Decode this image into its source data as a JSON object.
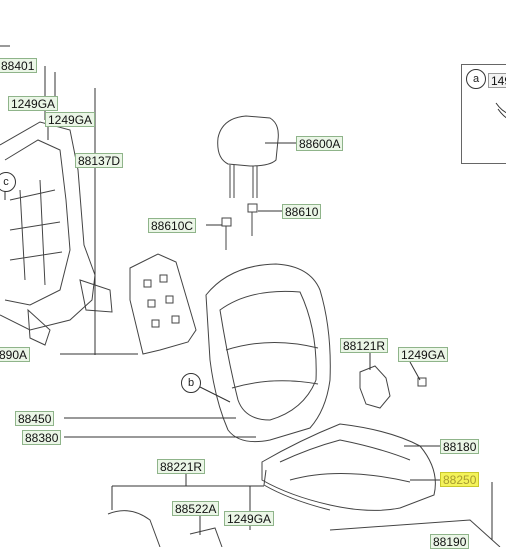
{
  "labels": {
    "l88401": "88401",
    "l1249ga_a": "1249GA",
    "l1249ga_b": "1249GA",
    "l88137d": "88137D",
    "l88600a": "88600A",
    "l88610c": "88610C",
    "l88610": "88610",
    "l88121r": "88121R",
    "l1249ga_c": "1249GA",
    "l890a": "890A",
    "l88450": "88450",
    "l88380": "88380",
    "l88180": "88180",
    "l88250": "88250",
    "l88221r": "88221R",
    "l88522a": "88522A",
    "l1249ga_d": "1249GA",
    "l88190": "88190",
    "inset_code": "149"
  },
  "callouts": {
    "a": "a",
    "b": "b",
    "c": "c"
  },
  "colors": {
    "label_fill": "#ebf6e7",
    "label_border": "#8fb48a",
    "highlight": "#f4f35a"
  }
}
